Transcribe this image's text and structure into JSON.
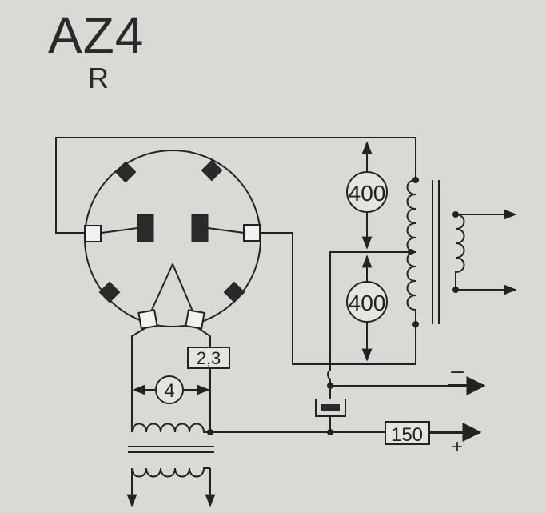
{
  "title": "AZ4",
  "subtitle": "R",
  "labels": {
    "upper_voltage": "400",
    "lower_voltage": "400",
    "heater_current": "4",
    "heater_voltage": "2,3",
    "output_current": "150",
    "minus": "–",
    "plus": "+"
  },
  "colors": {
    "background": "#d9d9d6",
    "ink": "#222222",
    "element_fill": "#2a2a2a",
    "pin_fill": "#f2f2f0"
  }
}
